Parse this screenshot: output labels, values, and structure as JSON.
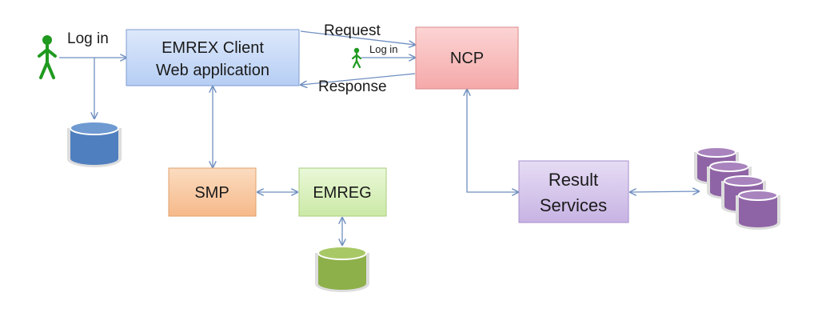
{
  "nodes": {
    "emrex_client": {
      "line1": "EMREX Client",
      "line2": "Web application"
    },
    "ncp": {
      "label": "NCP"
    },
    "smp": {
      "label": "SMP"
    },
    "emreg": {
      "label": "EMREG"
    },
    "result_services": {
      "line1": "Result",
      "line2": "Services"
    }
  },
  "edges": {
    "login": "Log in",
    "request": "Request",
    "response": "Response",
    "inner_login": "Log in"
  },
  "colors": {
    "arrow": "#6f8fc0",
    "client_fill": "#c4d7f7",
    "ncp_fill": "#f7b8b8",
    "smp_fill": "#f8c8a0",
    "emreg_fill": "#d6efb8",
    "result_fill": "#d4c4ea",
    "db_blue": "#4f7fbf",
    "db_green": "#8db04a",
    "db_purple": "#8f64a6",
    "person": "#1f9a1f"
  }
}
